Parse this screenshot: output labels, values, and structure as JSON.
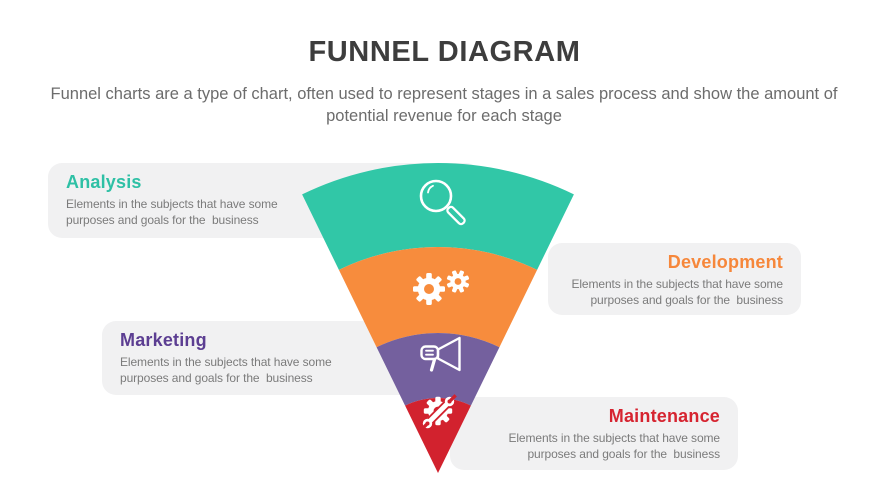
{
  "page": {
    "title": "FUNNEL DIAGRAM",
    "subtitle": "Funnel charts are a type of chart, often used to represent stages in a sales process and show the amount of potential revenue for each stage"
  },
  "colors": {
    "card_background": "#F1F1F2",
    "heading_text": "#3D3D3D",
    "subtitle_text": "#6C6C6C",
    "description_text": "#7B7B7B",
    "icon": "#FFFFFF"
  },
  "stages": [
    {
      "name": "analysis",
      "label": "Analysis",
      "label_color": "#2EC0A5",
      "color": "#31C7A7",
      "icon": "search-icon",
      "side": "left",
      "description_lines": [
        "Elements in the subjects that have some",
        "purposes and goals for the  business"
      ]
    },
    {
      "name": "development",
      "label": "Development",
      "label_color": "#F6873B",
      "color": "#F78C3D",
      "icon": "gears-icon",
      "side": "right",
      "description_lines": [
        "Elements in the subjects that have some",
        "purposes and goals for the  business"
      ]
    },
    {
      "name": "marketing",
      "label": "Marketing",
      "label_color": "#5C3E92",
      "color": "#74609E",
      "icon": "megaphone-icon",
      "side": "left",
      "description_lines": [
        "Elements in the subjects that have some",
        "purposes and goals for the  business"
      ]
    },
    {
      "name": "maintenance",
      "label": "Maintenance",
      "label_color": "#D62430",
      "color": "#D2222E",
      "icon": "wrench-gear-icon",
      "side": "right",
      "description_lines": [
        "Elements in the subjects that have some",
        "purposes and goals for the  business"
      ]
    }
  ]
}
